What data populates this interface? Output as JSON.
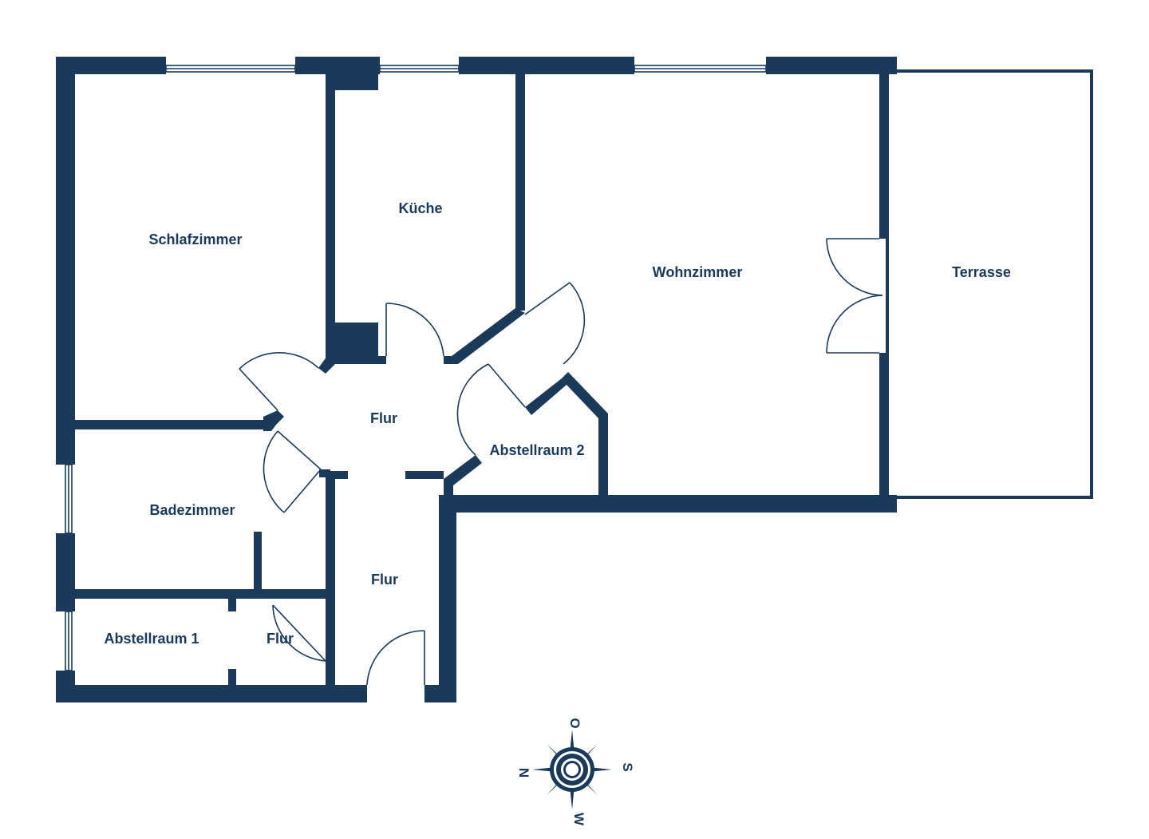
{
  "rooms": {
    "schlafzimmer": "Schlafzimmer",
    "kueche": "Küche",
    "wohnzimmer": "Wohnzimmer",
    "terrasse": "Terrasse",
    "flur_main": "Flur",
    "abstellraum_2": "Abstellraum 2",
    "badezimmer": "Badezimmer",
    "flur_lower": "Flur",
    "abstellraum_1": "Abstellraum 1",
    "flur_small": "Flur"
  },
  "compass": {
    "north": "N",
    "east": "O",
    "south": "S",
    "west": "W"
  },
  "colors": {
    "wall": "#1b3a5a",
    "background": "#ffffff"
  }
}
